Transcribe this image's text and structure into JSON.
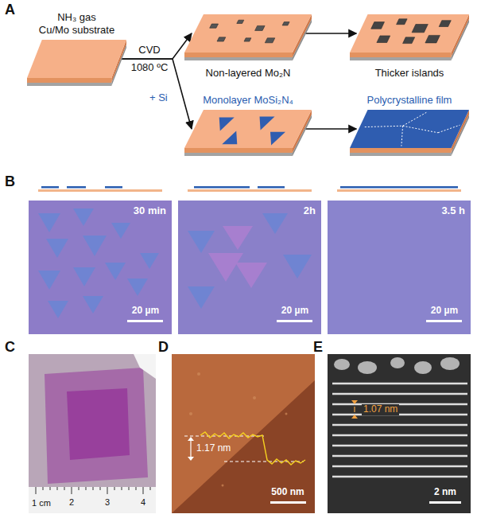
{
  "diagram": {
    "nodes": [
      {
        "text": [
          "NH₃ gas",
          "Cu/Mo substrate"
        ]
      },
      {
        "text": [
          "Non-layered Mo₂N"
        ]
      },
      {
        "text": [
          "Thicker islands"
        ]
      },
      {
        "text": [
          "Monolayer MoSi₂N₄"
        ]
      },
      {
        "text": [
          "Polycrystalline film"
        ]
      }
    ],
    "edges": [
      {
        "from": 0,
        "to": 1,
        "arrow": "to"
      },
      {
        "from": 0,
        "to": 3,
        "arrow": "to",
        "label": "+ Si"
      },
      {
        "from": 1,
        "to": 2,
        "arrow": "to"
      },
      {
        "from": 3,
        "to": 4,
        "arrow": "to"
      }
    ],
    "labels": [
      "A",
      "CVD",
      "1080 ºC",
      "B",
      "30 min",
      "20 µm",
      "2h",
      "20 µm",
      "3.5 h",
      "20 µm",
      "C",
      "D",
      "E",
      "1 cm",
      "2",
      "3",
      "4",
      "1.17 nm",
      "500 nm",
      "1.07 nm",
      "2 nm"
    ]
  }
}
